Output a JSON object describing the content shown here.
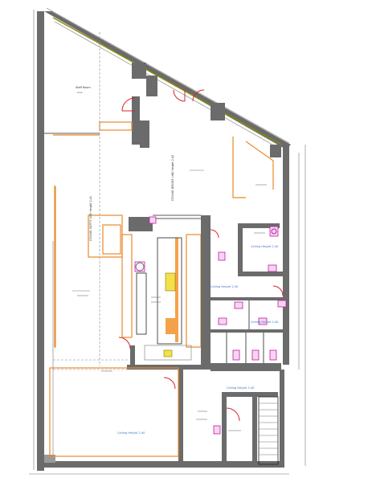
{
  "labels": {
    "ceiling_soffit": "CEILING SOFFIT LINE Height 2.40",
    "ceiling_bridge": "CEILING BRIDGE LINE Height 2.40",
    "ceiling_height_main": "Ceiling Height 2.40",
    "ceiling_height_toilet": "Ceiling Height 2.40",
    "ceiling_height_bar": "Ceiling Height 2.40",
    "ceiling_height_corridor": "Ceiling Height 2.40",
    "ceiling_height_disabled": "Ceiling Height 2.40"
  },
  "colors": {
    "wall": "#6b6b6b",
    "accent_orange": "#e8892a",
    "door_red": "#d9232a",
    "fixture_magenta": "#c21aa9",
    "label_blue": "#3a78c8"
  }
}
